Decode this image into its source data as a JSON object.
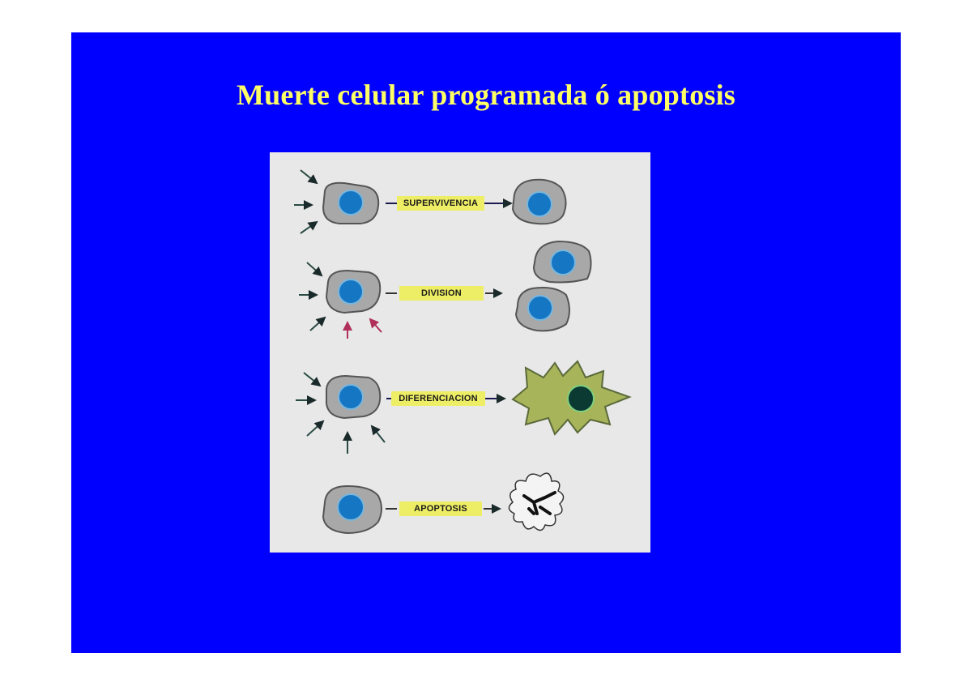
{
  "slide": {
    "title": "Muerte celular programada ó apoptosis",
    "background_color": "#0000fe",
    "title_color": "#ffff66"
  },
  "figure": {
    "background_color": "#e8e8e8",
    "rows": [
      {
        "label": "SUPERVIVENCIA",
        "outcome": "surviving-cell"
      },
      {
        "label": "DIVISION",
        "outcome": "two-daughter-cells"
      },
      {
        "label": "DIFERENCIACION",
        "outcome": "differentiated-star-cell"
      },
      {
        "label": "APOPTOSIS",
        "outcome": "fragmented-cell"
      }
    ],
    "colors": {
      "cell_body": "#a8a8a8",
      "nucleus": "#1577c4",
      "label_bg": "#eeee66",
      "differentiated_cell": "#a8b45a",
      "differentiated_nucleus": "#0a3a32",
      "signal_arrow": "#2a4a44",
      "signal_arrow_red": "#b0305a"
    }
  }
}
